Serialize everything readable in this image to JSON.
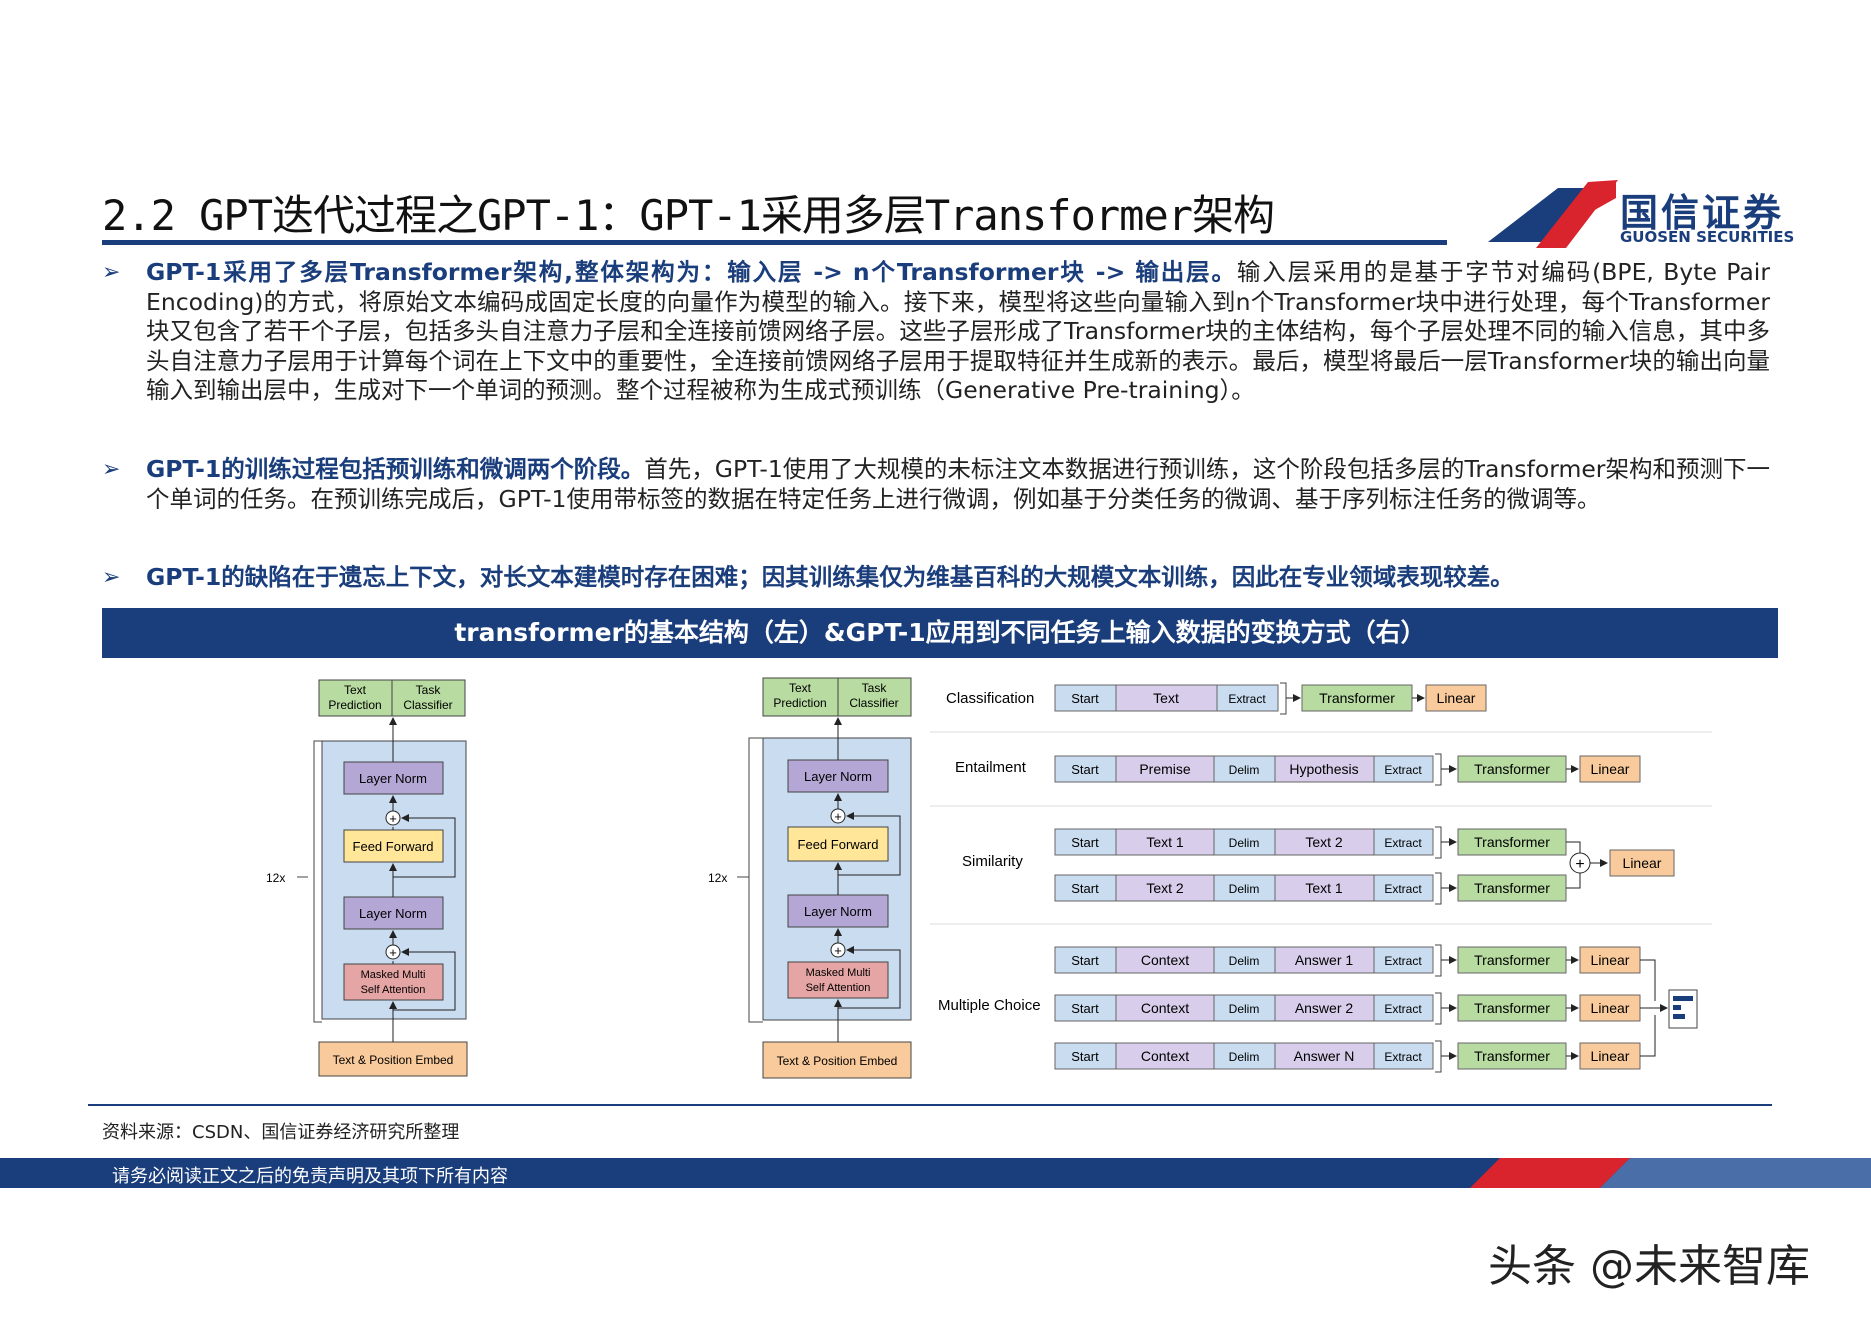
{
  "header": {
    "title": "2.2 GPT迭代过程之GPT-1：GPT-1采用多层Transformer架构",
    "logo_cn": "国信证券",
    "logo_en": "GUOSEN SECURITIES"
  },
  "bullets": [
    {
      "highlight": "GPT-1采用了多层Transformer架构,整体架构为：输入层 -> n个Transformer块 -> 输出层。",
      "text": "输入层采用的是基于字节对编码(BPE, Byte Pair Encoding)的方式，将原始文本编码成固定长度的向量作为模型的输入。接下来，模型将这些向量输入到n个Transformer块中进行处理，每个Transformer块又包含了若干个子层，包括多头自注意力子层和全连接前馈网络子层。这些子层形成了Transformer块的主体结构，每个子层处理不同的输入信息，其中多头自注意力子层用于计算每个词在上下文中的重要性，全连接前馈网络子层用于提取特征并生成新的表示。最后，模型将最后一层Transformer块的输出向量输入到输出层中，生成对下一个单词的预测。整个过程被称为生成式预训练（Generative Pre-training）。"
    },
    {
      "highlight": "GPT-1的训练过程包括预训练和微调两个阶段。",
      "text": "首先，GPT-1使用了大规模的未标注文本数据进行预训练，这个阶段包括多层的Transformer架构和预测下一个单词的任务。在预训练完成后，GPT-1使用带标签的数据在特定任务上进行微调，例如基于分类任务的微调、基于序列标注任务的微调等。"
    },
    {
      "highlight": "GPT-1的缺陷在于遗忘上下文，对长文本建模时存在困难；因其训练集仅为维基百科的大规模文本训练，因此在专业领域表现较差。",
      "text": ""
    }
  ],
  "figure": {
    "title": "transformer的基本结构（左）&GPT-1应用到不同任务上输入数据的变换方式（右）",
    "arch": {
      "text_prediction": "Text Prediction",
      "task_classifier": "Task Classifier",
      "layer_norm": "Layer Norm",
      "feed_forward": "Feed Forward",
      "masked_attention": "Masked Multi Self Attention",
      "embed": "Text & Position Embed",
      "repeat": "12x"
    },
    "tasks": {
      "classification": "Classification",
      "entailment": "Entailment",
      "similarity": "Similarity",
      "multiple_choice": "Multiple Choice",
      "start": "Start",
      "extract": "Extract",
      "delim": "Delim",
      "text": "Text",
      "premise": "Premise",
      "hypothesis": "Hypothesis",
      "text1": "Text 1",
      "text2": "Text 2",
      "context": "Context",
      "answer1": "Answer 1",
      "answer2": "Answer 2",
      "answerN": "Answer N",
      "transformer": "Transformer",
      "linear": "Linear",
      "plus": "+"
    }
  },
  "source": "资料来源：CSDN、国信证券经济研究所整理",
  "footer": "请务必阅读正文之后的免责声明及其项下所有内容",
  "watermark": "头条 @未来智库",
  "colors": {
    "brand_blue": "#1a3d7c",
    "brand_red": "#d9232d",
    "green_box": "#b7dba0",
    "purple_box": "#b4a7d6",
    "yellow_box": "#ffe699",
    "pink_box": "#e6a5a5",
    "orange_box": "#f9cb9c",
    "blue_block": "#c9dcf0"
  }
}
